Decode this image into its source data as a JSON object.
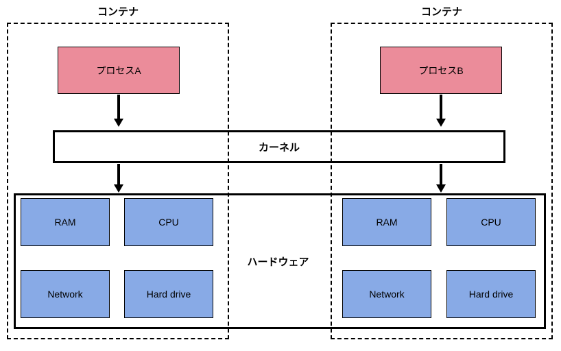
{
  "containers": [
    {
      "label": "コンテナ",
      "process": "プロセスA"
    },
    {
      "label": "コンテナ",
      "process": "プロセスB"
    }
  ],
  "kernel_label": "カーネル",
  "hardware_label": "ハードウェア",
  "components_left": [
    "RAM",
    "CPU",
    "Network",
    "Hard drive"
  ],
  "components_right": [
    "RAM",
    "CPU",
    "Network",
    "Hard drive"
  ],
  "colors": {
    "process_fill": "#EB8C9A",
    "component_fill": "#88AAE6",
    "line": "#000000",
    "background": "#FFFFFF"
  }
}
